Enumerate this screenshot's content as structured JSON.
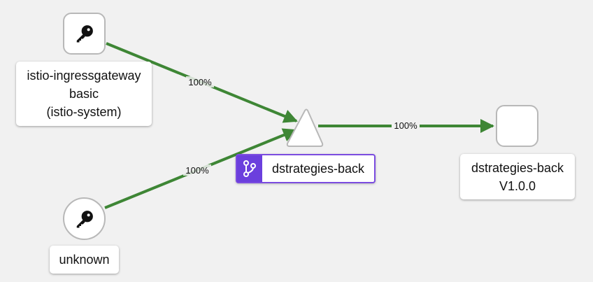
{
  "colors": {
    "background": "#f1f1f1",
    "edge": "#3e8635",
    "node_border": "#b8b8b8",
    "service_accent": "#6b3fdd",
    "service_border": "#7b4ce0"
  },
  "nodes": {
    "ingress": {
      "icon": "key-icon",
      "line1": "istio-ingressgateway",
      "line2": "basic",
      "line3": "(istio-system)"
    },
    "unknown": {
      "icon": "key-icon",
      "label": "unknown"
    },
    "service": {
      "icon": "code-branch-icon",
      "label": "dstrategies-back"
    },
    "workload": {
      "line1": "dstrategies-back",
      "line2": "V1.0.0"
    }
  },
  "edges": [
    {
      "from": "istio-ingressgateway",
      "to": "dstrategies-back",
      "label": "100%"
    },
    {
      "from": "unknown",
      "to": "dstrategies-back",
      "label": "100%"
    },
    {
      "from": "dstrategies-back",
      "to": "dstrategies-back V1.0.0",
      "label": "100%"
    }
  ]
}
